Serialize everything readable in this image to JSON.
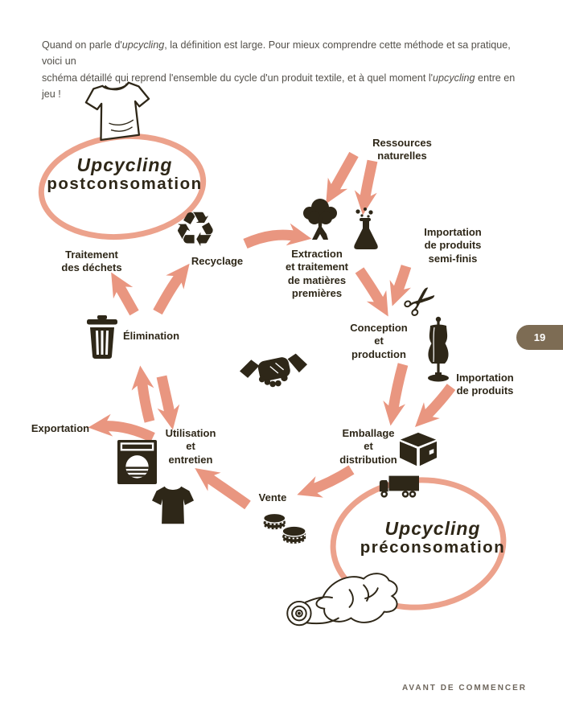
{
  "intro": {
    "part1": "Quand on parle d'",
    "italic1": "upcycling",
    "part2": ", la définition est large. Pour mieux comprendre cette méthode et sa pratique, voici un\nschéma détaillé qui reprend l'ensemble du cycle d'un produit textile, et à quel moment l'",
    "italic2": "upcycling",
    "part3": " entre en jeu !"
  },
  "cycle": {
    "upcycling_post": {
      "line1": "Upcycling",
      "line2": "postconsomation"
    },
    "upcycling_pre": {
      "line1": "Upcycling",
      "line2": "préconsomation"
    },
    "labels": {
      "ressources": "Ressources\nnaturelles",
      "importation_semi": "Importation\nde produits\nsemi-finis",
      "recyclage": "Recyclage",
      "traitement": "Traitement\ndes déchets",
      "extraction": "Extraction\net traitement\nde matières\npremières",
      "elimination": "Élimination",
      "conception": "Conception\net\nproduction",
      "importation": "Importation\nde produits",
      "exportation": "Exportation",
      "utilisation": "Utilisation\net\nentretien",
      "emballage": "Emballage\net\ndistribution",
      "vente": "Vente"
    }
  },
  "icons": {
    "recycling": "♻",
    "scissors": "✂",
    "tshirt_outline": "white-tshirt-sketch",
    "tree": "tree-silhouette",
    "flask": "erlenmeyer-flask",
    "mannequin": "dress-form",
    "handshake": "handshake",
    "trash": "trash-can",
    "washing_machine": "washing-machine",
    "tshirt_solid": "black-tshirt",
    "box": "shipping-box",
    "truck": "delivery-truck",
    "coins": "coin-stacks",
    "fabric_roll": "fabric-roll-sketch"
  },
  "page": {
    "number": "19",
    "footer": "AVANT DE COMMENCER"
  },
  "colors": {
    "arrow": "#E99680",
    "ellipse": "#ECA28C",
    "ink": "#2E2718",
    "intro_text": "#53504A",
    "tab_bg": "#7D6C54",
    "footer_text": "#6E665C"
  }
}
